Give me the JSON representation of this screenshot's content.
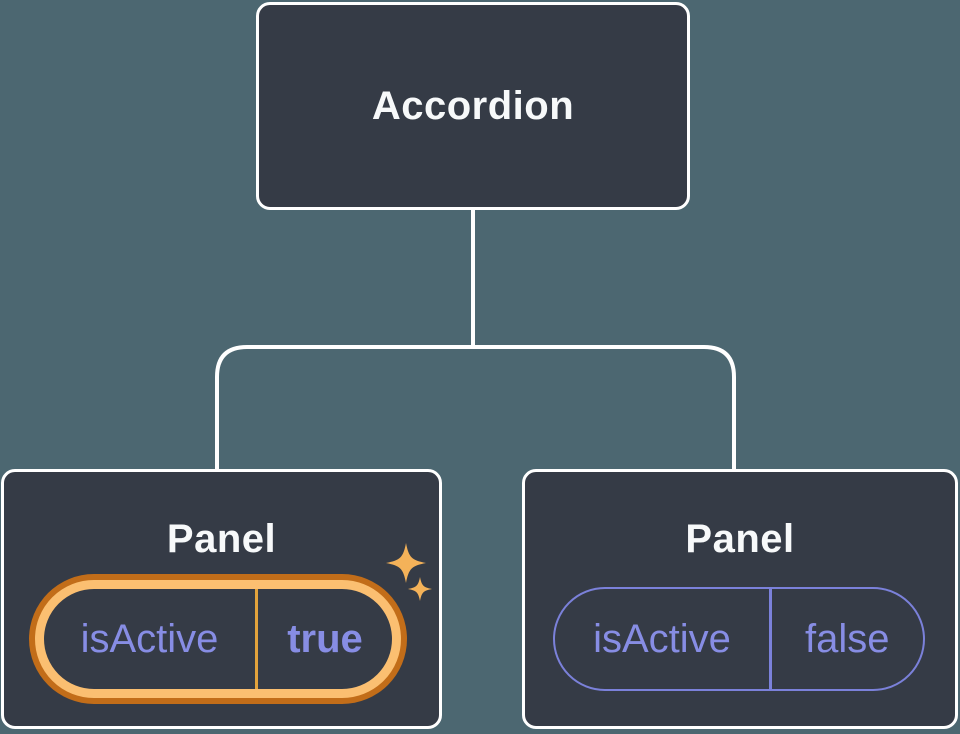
{
  "root_node": {
    "label": "Accordion"
  },
  "panels": [
    {
      "label": "Panel",
      "state_key": "isActive",
      "state_value": "true",
      "highlighted": true
    },
    {
      "label": "Panel",
      "state_key": "isActive",
      "state_value": "false",
      "highlighted": false
    }
  ],
  "icons": [
    "sparkles-icon"
  ],
  "colors": {
    "background": "#4c6771",
    "node_fill": "#353b46",
    "node_border": "#ffffff",
    "connector": "#ffffff",
    "pill_purple_border": "#7b81da",
    "pill_purple_text": "#878de4",
    "highlight_ring_gold": "#fbbf71",
    "highlight_ring_dark_orange": "#c26d19",
    "highlight_divider_gold": "#e3a33c",
    "sparkle_gold": "#f4b259",
    "title_text": "#f7f9fa"
  }
}
